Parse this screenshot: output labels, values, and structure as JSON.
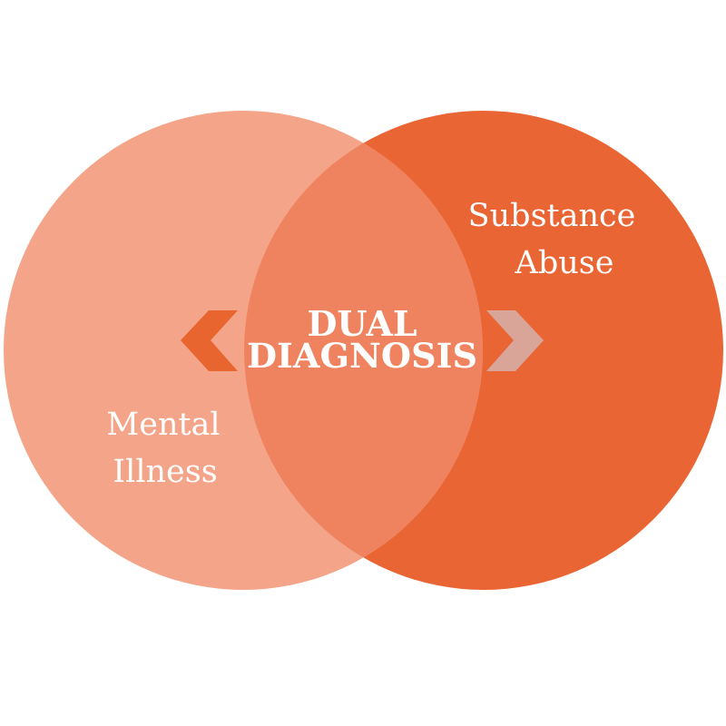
{
  "diagram": {
    "left_circle": {
      "label_line1": "Mental",
      "label_line2": "Illness",
      "color": "#F4A488"
    },
    "right_circle": {
      "label_line1": "Substance",
      "label_line2": "Abuse",
      "color": "#EA6534"
    },
    "overlap": {
      "label_line1": "DUAL",
      "label_line2": "DIAGNOSIS",
      "color": "#F0835F"
    },
    "left_arrow_color": "#E9652F",
    "right_arrow_color": "#D9A598"
  }
}
